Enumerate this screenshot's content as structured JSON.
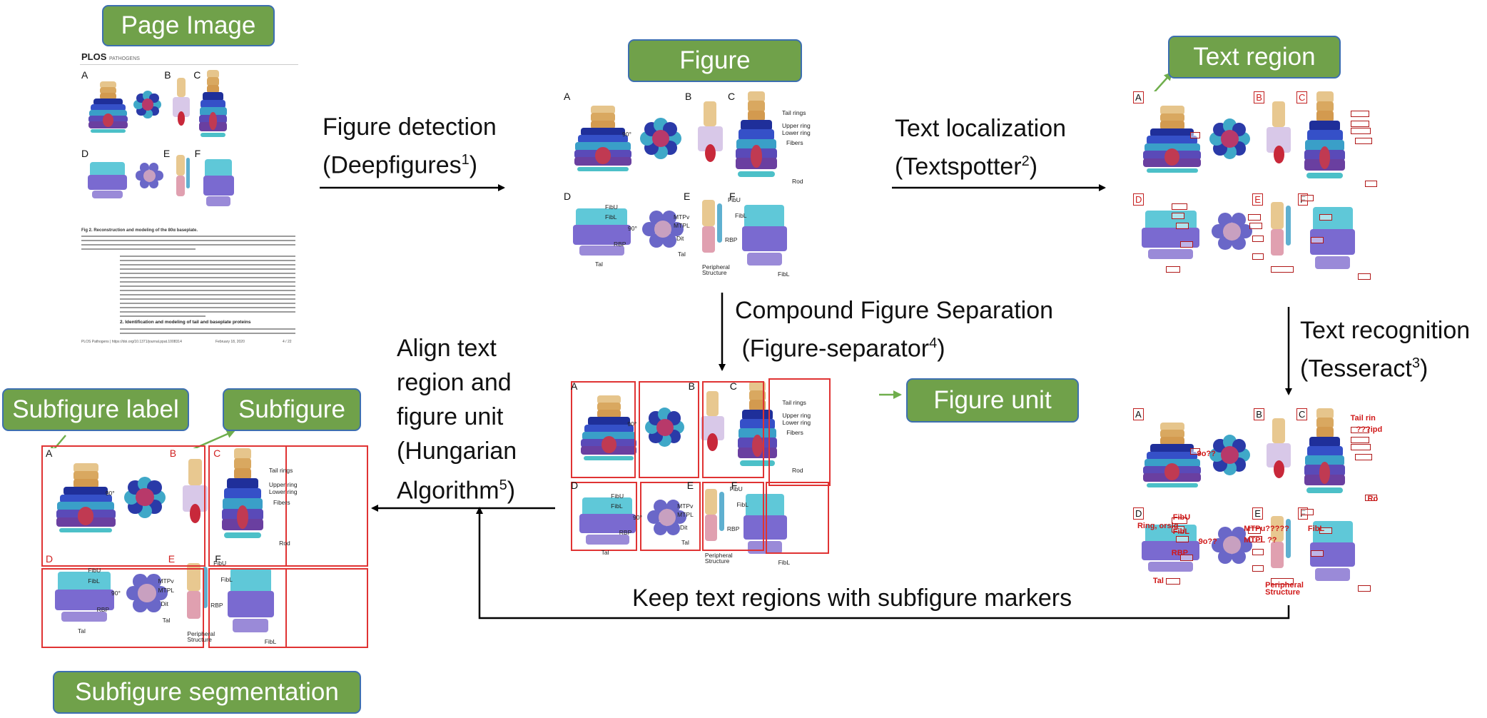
{
  "boxes": {
    "page_image": "Page Image",
    "figure": "Figure",
    "text_region": "Text region",
    "figure_unit": "Figure unit",
    "subfigure_label": "Subfigure label",
    "subfigure": "Subfigure",
    "subfigure_segmentation": "Subfigure segmentation"
  },
  "steps": {
    "figure_detection": {
      "line1": "Figure detection",
      "line2": "(Deepfigures",
      "sup": "1",
      "close": ")"
    },
    "text_localization": {
      "line1": "Text localization",
      "line2": "(Textspotter",
      "sup": "2",
      "close": ")"
    },
    "compound_separation": {
      "line1": "Compound Figure Separation",
      "line2": " (Figure-separator",
      "sup": "4",
      "close": ")"
    },
    "text_recognition": {
      "line1": "Text recognition",
      "line2": "(Tesseract",
      "sup": "3",
      "close": ")"
    },
    "align": {
      "line1": "Align text",
      "line2": "region and",
      "line3": "figure unit",
      "line4": "(Hungarian",
      "line5": "Algorithm",
      "sup": "5",
      "close": ")"
    },
    "keep": "Keep text regions with subfigure markers"
  },
  "panel_labels": [
    "A",
    "B",
    "C",
    "D",
    "E",
    "F"
  ],
  "annotations": {
    "tail_rings": "Tail rings",
    "upper_ring": "Upper ring",
    "lower_ring": "Lower ring",
    "fibers": "Fibers",
    "rod": "Rod",
    "fibu": "FibU",
    "fibl": "FibL",
    "rbp": "RBP",
    "tal": "Tal",
    "mtpv": "MTPv",
    "mtpl": "MTPL",
    "dit": "Dit",
    "peripheral": "Peripheral",
    "structure": "Structure",
    "rot": "90°"
  },
  "ocr": {
    "tail_rin": "Tail rin",
    "q1": "???ipd",
    "q2": "9o??",
    "ro": "Ro",
    "fibu": "FibU",
    "ring": "Ring, orsig",
    "fibl": "FibL",
    "q3": "9o??",
    "rbp": "RBP",
    "tal": "Tal",
    "mtp": "MTPu?????",
    "mtpl": "MTPL ??",
    "fibl2": "FibL",
    "peri": "Peripheral",
    "struct": "Structure"
  },
  "page": {
    "logo": "PLOS",
    "journal": "PATHOGENS",
    "fig_caption_lead": "Fig 2. Reconstruction and modeling of the 80α baseplate.",
    "section": "2. Identification and modeling of tail and baseplate proteins",
    "footer_left": "PLOS Pathogens | https://doi.org/10.1371/journal.ppat.1008314",
    "footer_date": "February 18, 2020",
    "footer_page": "4 / 22"
  },
  "colors": {
    "box_fill": "#70a14a",
    "box_border": "#3d6fb0",
    "arrow_green": "#6fae4c",
    "frame_red": "#e03333"
  }
}
